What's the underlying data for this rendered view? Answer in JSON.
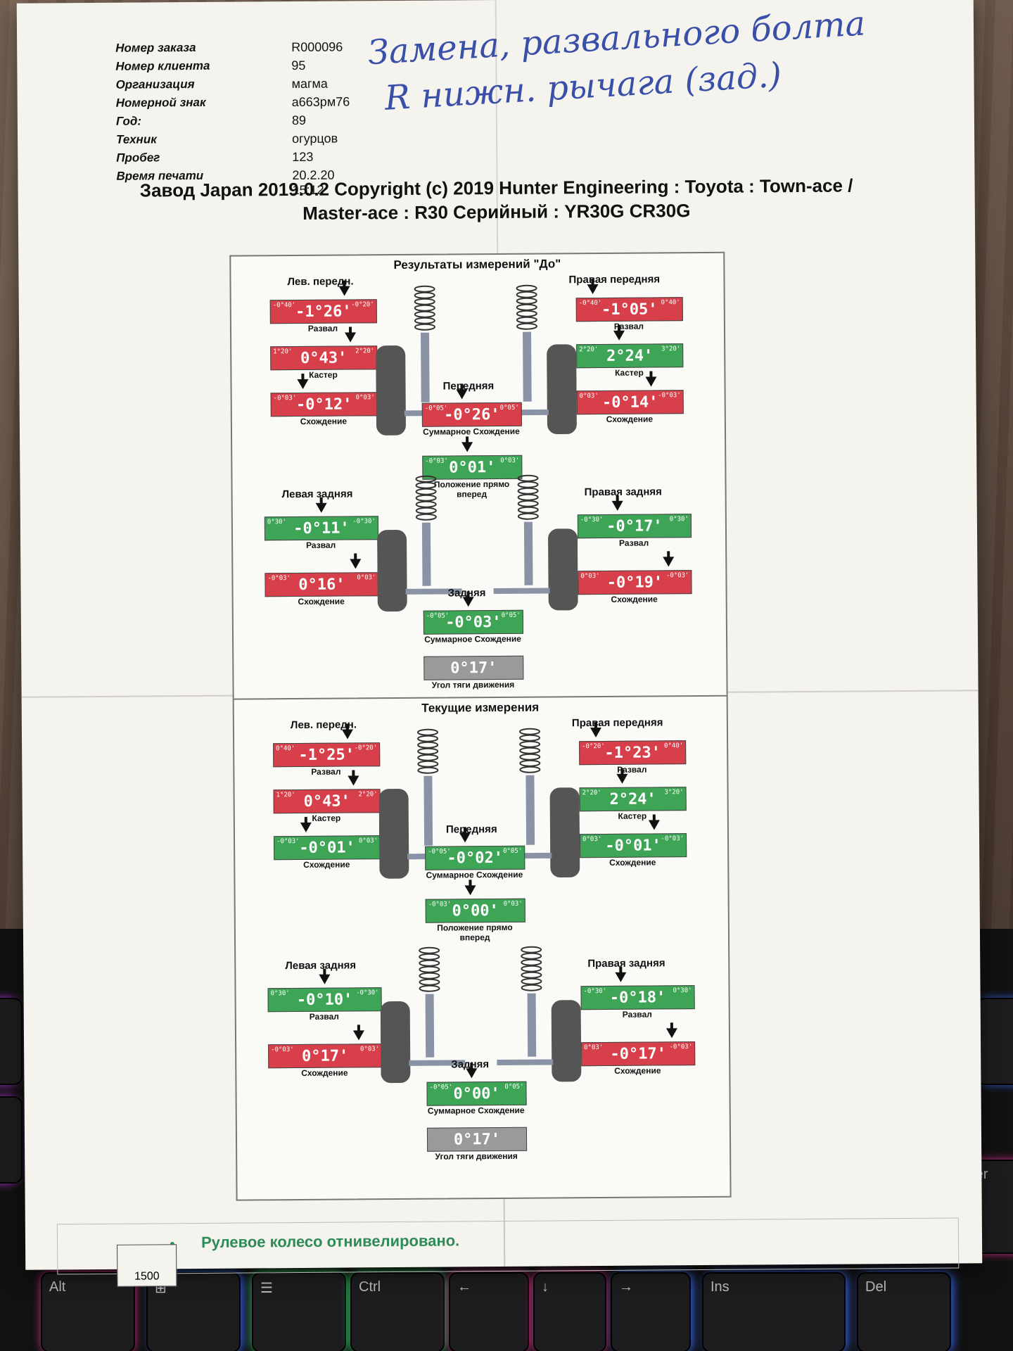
{
  "info": {
    "rows": [
      {
        "label": "Номер заказа",
        "value": "R000096"
      },
      {
        "label": "Номер клиента",
        "value": "95"
      },
      {
        "label": "Организация",
        "value": "магма"
      },
      {
        "label": "Номерной знак",
        "value": "а663рм76"
      },
      {
        "label": "Год:",
        "value": "89"
      },
      {
        "label": "Техник",
        "value": "огурцов"
      },
      {
        "label": "Пробег",
        "value": "123"
      },
      {
        "label": "Время печати",
        "value": "20.2.20 15:12"
      }
    ]
  },
  "handwritten": {
    "line1": "Замена, развального болта",
    "line2": "R нижн. рычага (зад.)"
  },
  "title": {
    "line1": "Завод Japan 2019.0.2 Copyright (c) 2019 Hunter Engineering : Toyota : Town-ace /",
    "line2": "Master-ace : R30 Серийный :  YR30G CR30G"
  },
  "before": {
    "title": "Результаты измерений \"До\"",
    "front_left_label": "Лев. передн.",
    "front_right_label": "Правая передняя",
    "front_label": "Передняя",
    "rear_left_label": "Левая задняя",
    "rear_right_label": "Правая задняя",
    "rear_label": "Задняя",
    "fl_camber": {
      "value": "-1°26'",
      "min": "-0°40'",
      "max": "-0°20'"
    },
    "fl_caster": {
      "value": "0°43'",
      "min": "1°20'",
      "max": "2°20'"
    },
    "fl_toe": {
      "value": "-0°12'",
      "min": "-0°03'",
      "max": "0°03'"
    },
    "fr_camber": {
      "value": "-1°05'",
      "min": "-0°40'",
      "max": "0°40'"
    },
    "fr_caster": {
      "value": "2°24'",
      "min": "2°20'",
      "max": "3°20'"
    },
    "fr_toe": {
      "value": "-0°14'",
      "min": "0°03'",
      "max": "-0°03'"
    },
    "front_total_toe": {
      "value": "-0°26'",
      "min": "-0°05'",
      "max": "0°05'"
    },
    "thrust_straight": {
      "value": "0°01'",
      "min": "-0°03'",
      "max": "0°03'"
    },
    "rl_camber": {
      "value": "-0°11'",
      "min": "0°30'",
      "max": "-0°30'"
    },
    "rl_toe": {
      "value": "0°16'",
      "min": "-0°03'",
      "max": "0°03'"
    },
    "rr_camber": {
      "value": "-0°17'",
      "min": "-0°30'",
      "max": "0°30'"
    },
    "rr_toe": {
      "value": "-0°19'",
      "min": "0°03'",
      "max": "-0°03'"
    },
    "rear_total_toe": {
      "value": "-0°03'",
      "min": "-0°05'",
      "max": "0°05'"
    },
    "thrust_angle": {
      "value": "0°17'"
    }
  },
  "current": {
    "title": "Текущие измерения",
    "front_left_label": "Лев. передн.",
    "front_right_label": "Правая передняя",
    "front_label": "Передняя",
    "rear_left_label": "Левая задняя",
    "rear_right_label": "Правая задняя",
    "rear_label": "Задняя",
    "fl_camber": {
      "value": "-1°25'",
      "min": "0°40'",
      "max": "-0°20'"
    },
    "fl_caster": {
      "value": "0°43'",
      "min": "1°20'",
      "max": "2°20'"
    },
    "fl_toe": {
      "value": "-0°01'",
      "min": "-0°03'",
      "max": "0°03'"
    },
    "fr_camber": {
      "value": "-1°23'",
      "min": "-0°20'",
      "max": "0°40'"
    },
    "fr_caster": {
      "value": "2°24'",
      "min": "2°20'",
      "max": "3°20'"
    },
    "fr_toe": {
      "value": "-0°01'",
      "min": "0°03'",
      "max": "-0°03'"
    },
    "front_total_toe": {
      "value": "-0°02'",
      "min": "-0°05'",
      "max": "0°05'"
    },
    "thrust_straight": {
      "value": "0°00'",
      "min": "-0°03'",
      "max": "0°03'"
    },
    "rl_camber": {
      "value": "-0°10'",
      "min": "0°30'",
      "max": "-0°30'"
    },
    "rl_toe": {
      "value": "0°17'",
      "min": "-0°03'",
      "max": "0°03'"
    },
    "rr_camber": {
      "value": "-0°18'",
      "min": "-0°30'",
      "max": "0°30'"
    },
    "rr_toe": {
      "value": "-0°17'",
      "min": "0°03'",
      "max": "-0°03'"
    },
    "rear_total_toe": {
      "value": "0°00'",
      "min": "-0°05'",
      "max": "0°05'"
    },
    "thrust_angle": {
      "value": "0°17'"
    }
  },
  "labels": {
    "camber": "Развал",
    "caster": "Кастер",
    "toe": "Схождение",
    "total_toe": "Суммарное Схождение",
    "straight_ahead": "Положение прямо вперед",
    "thrust_angle": "Угол тяги движения"
  },
  "footer": {
    "status": "Рулевое колесо отнивелировано.",
    "tag": "1500"
  },
  "keyboard": {
    "alt": "Alt",
    "ctrl": "Ctrl",
    "ins": "Ins",
    "del": "Del",
    "enter": "nter",
    "lt": "<"
  }
}
